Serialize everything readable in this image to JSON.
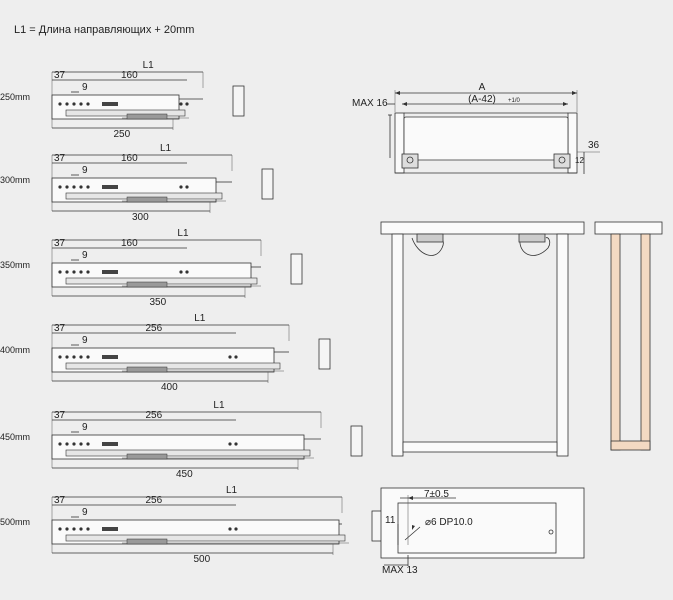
{
  "header_note": "L1 = Длина направляющих + 20mm",
  "slides": [
    {
      "size_label": "250mm",
      "l1": "L1",
      "d37": "37",
      "d9": "9",
      "d_spacing": "160",
      "length": "250"
    },
    {
      "size_label": "300mm",
      "l1": "L1",
      "d37": "37",
      "d9": "9",
      "d_spacing": "160",
      "length": "300"
    },
    {
      "size_label": "350mm",
      "l1": "L1",
      "d37": "37",
      "d9": "9",
      "d_spacing": "160",
      "length": "350"
    },
    {
      "size_label": "400mm",
      "l1": "L1",
      "d37": "37",
      "d9": "9",
      "d_spacing": "256",
      "length": "400"
    },
    {
      "size_label": "450mm",
      "l1": "L1",
      "d37": "37",
      "d9": "9",
      "d_spacing": "256",
      "length": "450"
    },
    {
      "size_label": "500mm",
      "l1": "L1",
      "d37": "37",
      "d9": "9",
      "d_spacing": "256",
      "length": "500"
    }
  ],
  "front_view": {
    "a_label": "A",
    "inner_label": "(A-42)",
    "tolerance": "+1/0",
    "max16": "MAX 16",
    "d36": "36",
    "d12": "12"
  },
  "detail_view": {
    "d7": "7±0.5",
    "d11": "11",
    "hole": "⌀6 DP10.0",
    "max13": "MAX 13"
  }
}
